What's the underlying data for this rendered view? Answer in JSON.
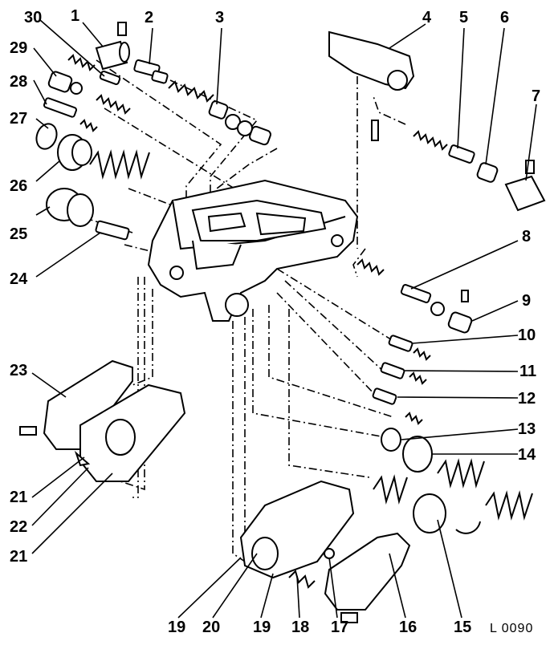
{
  "diagram": {
    "reference_code": "L 0090",
    "callouts": [
      "1",
      "2",
      "3",
      "4",
      "5",
      "6",
      "7",
      "8",
      "9",
      "10",
      "11",
      "12",
      "13",
      "14",
      "15",
      "16",
      "17",
      "18",
      "19",
      "20",
      "19",
      "21",
      "22",
      "21",
      "23",
      "24",
      "25",
      "26",
      "27",
      "28",
      "29",
      "30"
    ]
  }
}
